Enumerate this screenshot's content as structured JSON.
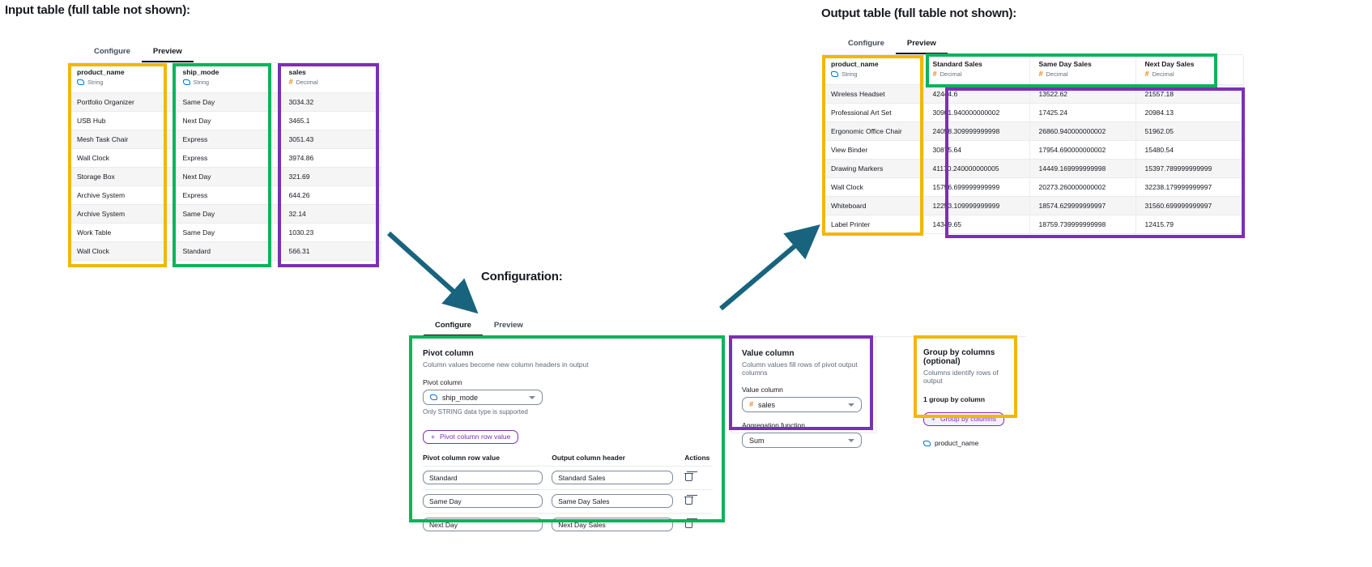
{
  "captions": {
    "input": "Input table (full table not shown):",
    "output": "Output table (full table not shown):",
    "configuration": "Configuration:"
  },
  "colors": {
    "yellow": "#f2b705",
    "green": "#0db35a",
    "purple": "#7c2fb4",
    "arrow": "#18647e",
    "link": "#7c2fb4"
  },
  "input_table": {
    "tabs": [
      {
        "label": "Configure",
        "active": false
      },
      {
        "label": "Preview",
        "active": true
      }
    ],
    "columns": [
      {
        "name": "product_name",
        "type": "String",
        "type_icon": "string-icon",
        "align": "left"
      },
      {
        "name": "ship_mode",
        "type": "String",
        "type_icon": "string-icon",
        "align": "left"
      },
      {
        "name": "sales",
        "type": "Decimal",
        "type_icon": "hash-icon",
        "align": "right"
      }
    ],
    "rows": [
      [
        "Portfolio Organizer",
        "Same Day",
        "3034.32"
      ],
      [
        "USB Hub",
        "Next Day",
        "3465.1"
      ],
      [
        "Mesh Task Chair",
        "Express",
        "3051.43"
      ],
      [
        "Wall Clock",
        "Express",
        "3974.86"
      ],
      [
        "Storage Box",
        "Next Day",
        "321.69"
      ],
      [
        "Archive System",
        "Express",
        "644.26"
      ],
      [
        "Archive System",
        "Same Day",
        "32.14"
      ],
      [
        "Work Table",
        "Same Day",
        "1030.23"
      ],
      [
        "Wall Clock",
        "Standard",
        "566.31"
      ]
    ]
  },
  "output_table": {
    "tabs": [
      {
        "label": "Configure",
        "active": false
      },
      {
        "label": "Preview",
        "active": true
      }
    ],
    "columns": [
      {
        "name": "product_name",
        "type": "String",
        "type_icon": "string-icon",
        "align": "left"
      },
      {
        "name": "Standard Sales",
        "type": "Decimal",
        "type_icon": "hash-icon",
        "align": "right"
      },
      {
        "name": "Same Day Sales",
        "type": "Decimal",
        "type_icon": "hash-icon",
        "align": "right"
      },
      {
        "name": "Next Day Sales",
        "type": "Decimal",
        "type_icon": "hash-icon",
        "align": "right"
      }
    ],
    "rows": [
      [
        "Wireless Headset",
        "42444.6",
        "13522.62",
        "21557.18"
      ],
      [
        "Professional Art Set",
        "30901.940000000002",
        "17425.24",
        "20984.13"
      ],
      [
        "Ergonomic Office Chair",
        "24058.309999999998",
        "26860.940000000002",
        "51962.05"
      ],
      [
        "View Binder",
        "30875.64",
        "17954.690000000002",
        "15480.54"
      ],
      [
        "Drawing Markers",
        "41170.240000000005",
        "14449.169999999998",
        "15397.789999999999"
      ],
      [
        "Wall Clock",
        "15756.699999999999",
        "20273.260000000002",
        "32238.179999999997"
      ],
      [
        "Whiteboard",
        "12253.109999999999",
        "18574.629999999997",
        "31560.699999999997"
      ],
      [
        "Label Printer",
        "14349.65",
        "18759.739999999998",
        "12415.79"
      ]
    ]
  },
  "configuration": {
    "tabs": [
      {
        "label": "Configure",
        "active": true
      },
      {
        "label": "Preview",
        "active": false
      }
    ],
    "pivot_column": {
      "title": "Pivot column",
      "subtitle": "Column values become new column headers in output",
      "field_label": "Pivot column",
      "value": "ship_mode",
      "value_icon": "string-icon",
      "hint": "Only STRING data type is supported",
      "add_button": "Pivot column row value",
      "table_headers": [
        "Pivot column row value",
        "Output column header",
        "Actions"
      ],
      "rows": [
        {
          "row_value": "Standard",
          "output_header": "Standard Sales",
          "action_icon": "trash-icon"
        },
        {
          "row_value": "Same Day",
          "output_header": "Same Day Sales",
          "action_icon": "trash-icon"
        },
        {
          "row_value": "Next Day",
          "output_header": "Next Day Sales",
          "action_icon": "trash-icon"
        }
      ]
    },
    "value_column": {
      "title": "Value column",
      "subtitle": "Column values fill rows of pivot output columns",
      "field_label": "Value column",
      "value": "sales",
      "value_icon": "hash-icon",
      "agg_label": "Aggregation function",
      "agg_value": "Sum"
    },
    "group_by": {
      "title": "Group by columns (optional)",
      "subtitle": "Columns identify rows of output",
      "count_label": "1 group by column",
      "add_button": "Group by columns",
      "column": "product_name",
      "column_icon": "string-icon"
    }
  }
}
